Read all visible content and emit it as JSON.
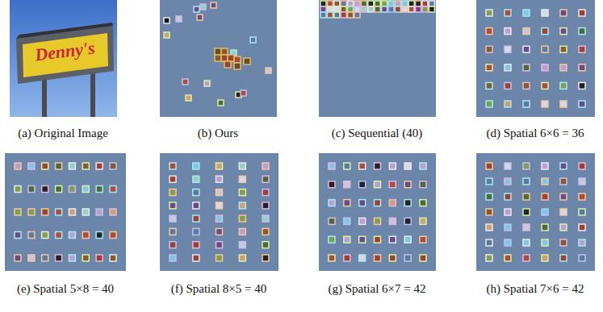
{
  "diagram": {
    "labels": [
      "Denny's",
      "(a) Original Image",
      "(b) Ours",
      "(c) Sequential (40)",
      "(d) Spatial 6×6 = 36",
      "(e) Spatial 5×8 = 40",
      "(f) Spatial 8×5 = 40",
      "(g) Spatial 6×7 = 42",
      "(h) Spatial 7×6 = 42"
    ]
  }
}
